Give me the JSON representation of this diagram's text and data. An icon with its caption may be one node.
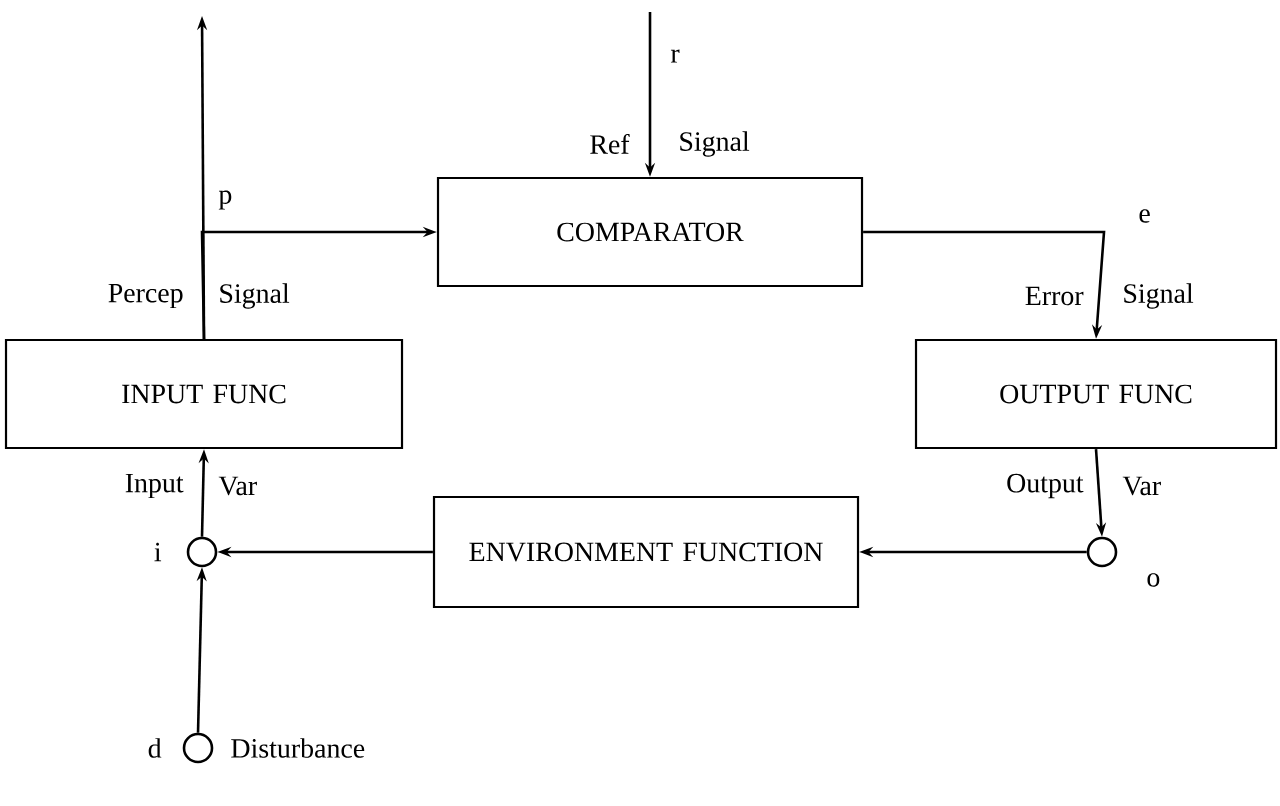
{
  "diagram": {
    "nodes": [
      {
        "text": [
          "COMPARATOR"
        ]
      },
      {
        "text": [
          "INPUT FUNC"
        ]
      },
      {
        "text": [
          "OUTPUT FUNC"
        ]
      },
      {
        "text": [
          "ENVIRONMENT FUNCTION"
        ]
      },
      {
        "text": [],
        "shape": "circle",
        "beside": [
          "i"
        ]
      },
      {
        "text": [],
        "shape": "circle",
        "beside": [
          "o"
        ]
      },
      {
        "text": [],
        "shape": "circle",
        "beside": [
          "d",
          "Disturbance"
        ]
      }
    ],
    "edges": [
      {
        "from": 1,
        "to": null,
        "arrow": "to"
      },
      {
        "from": 1,
        "to": 0,
        "arrow": "to"
      },
      {
        "from": null,
        "to": 0,
        "arrow": "to"
      },
      {
        "from": 0,
        "to": 2,
        "arrow": "to"
      },
      {
        "from": 2,
        "to": 5,
        "arrow": "to"
      },
      {
        "from": 5,
        "to": 3,
        "arrow": "to"
      },
      {
        "from": 3,
        "to": 4,
        "arrow": "to"
      },
      {
        "from": 4,
        "to": 1,
        "arrow": "to"
      },
      {
        "from": 6,
        "to": 4,
        "arrow": "to"
      }
    ],
    "labels": [
      "r",
      "Ref",
      "Signal",
      "p",
      "e",
      "Percep",
      "Signal",
      "Error",
      "Signal",
      "Input",
      "Var",
      "Output",
      "Var"
    ]
  }
}
